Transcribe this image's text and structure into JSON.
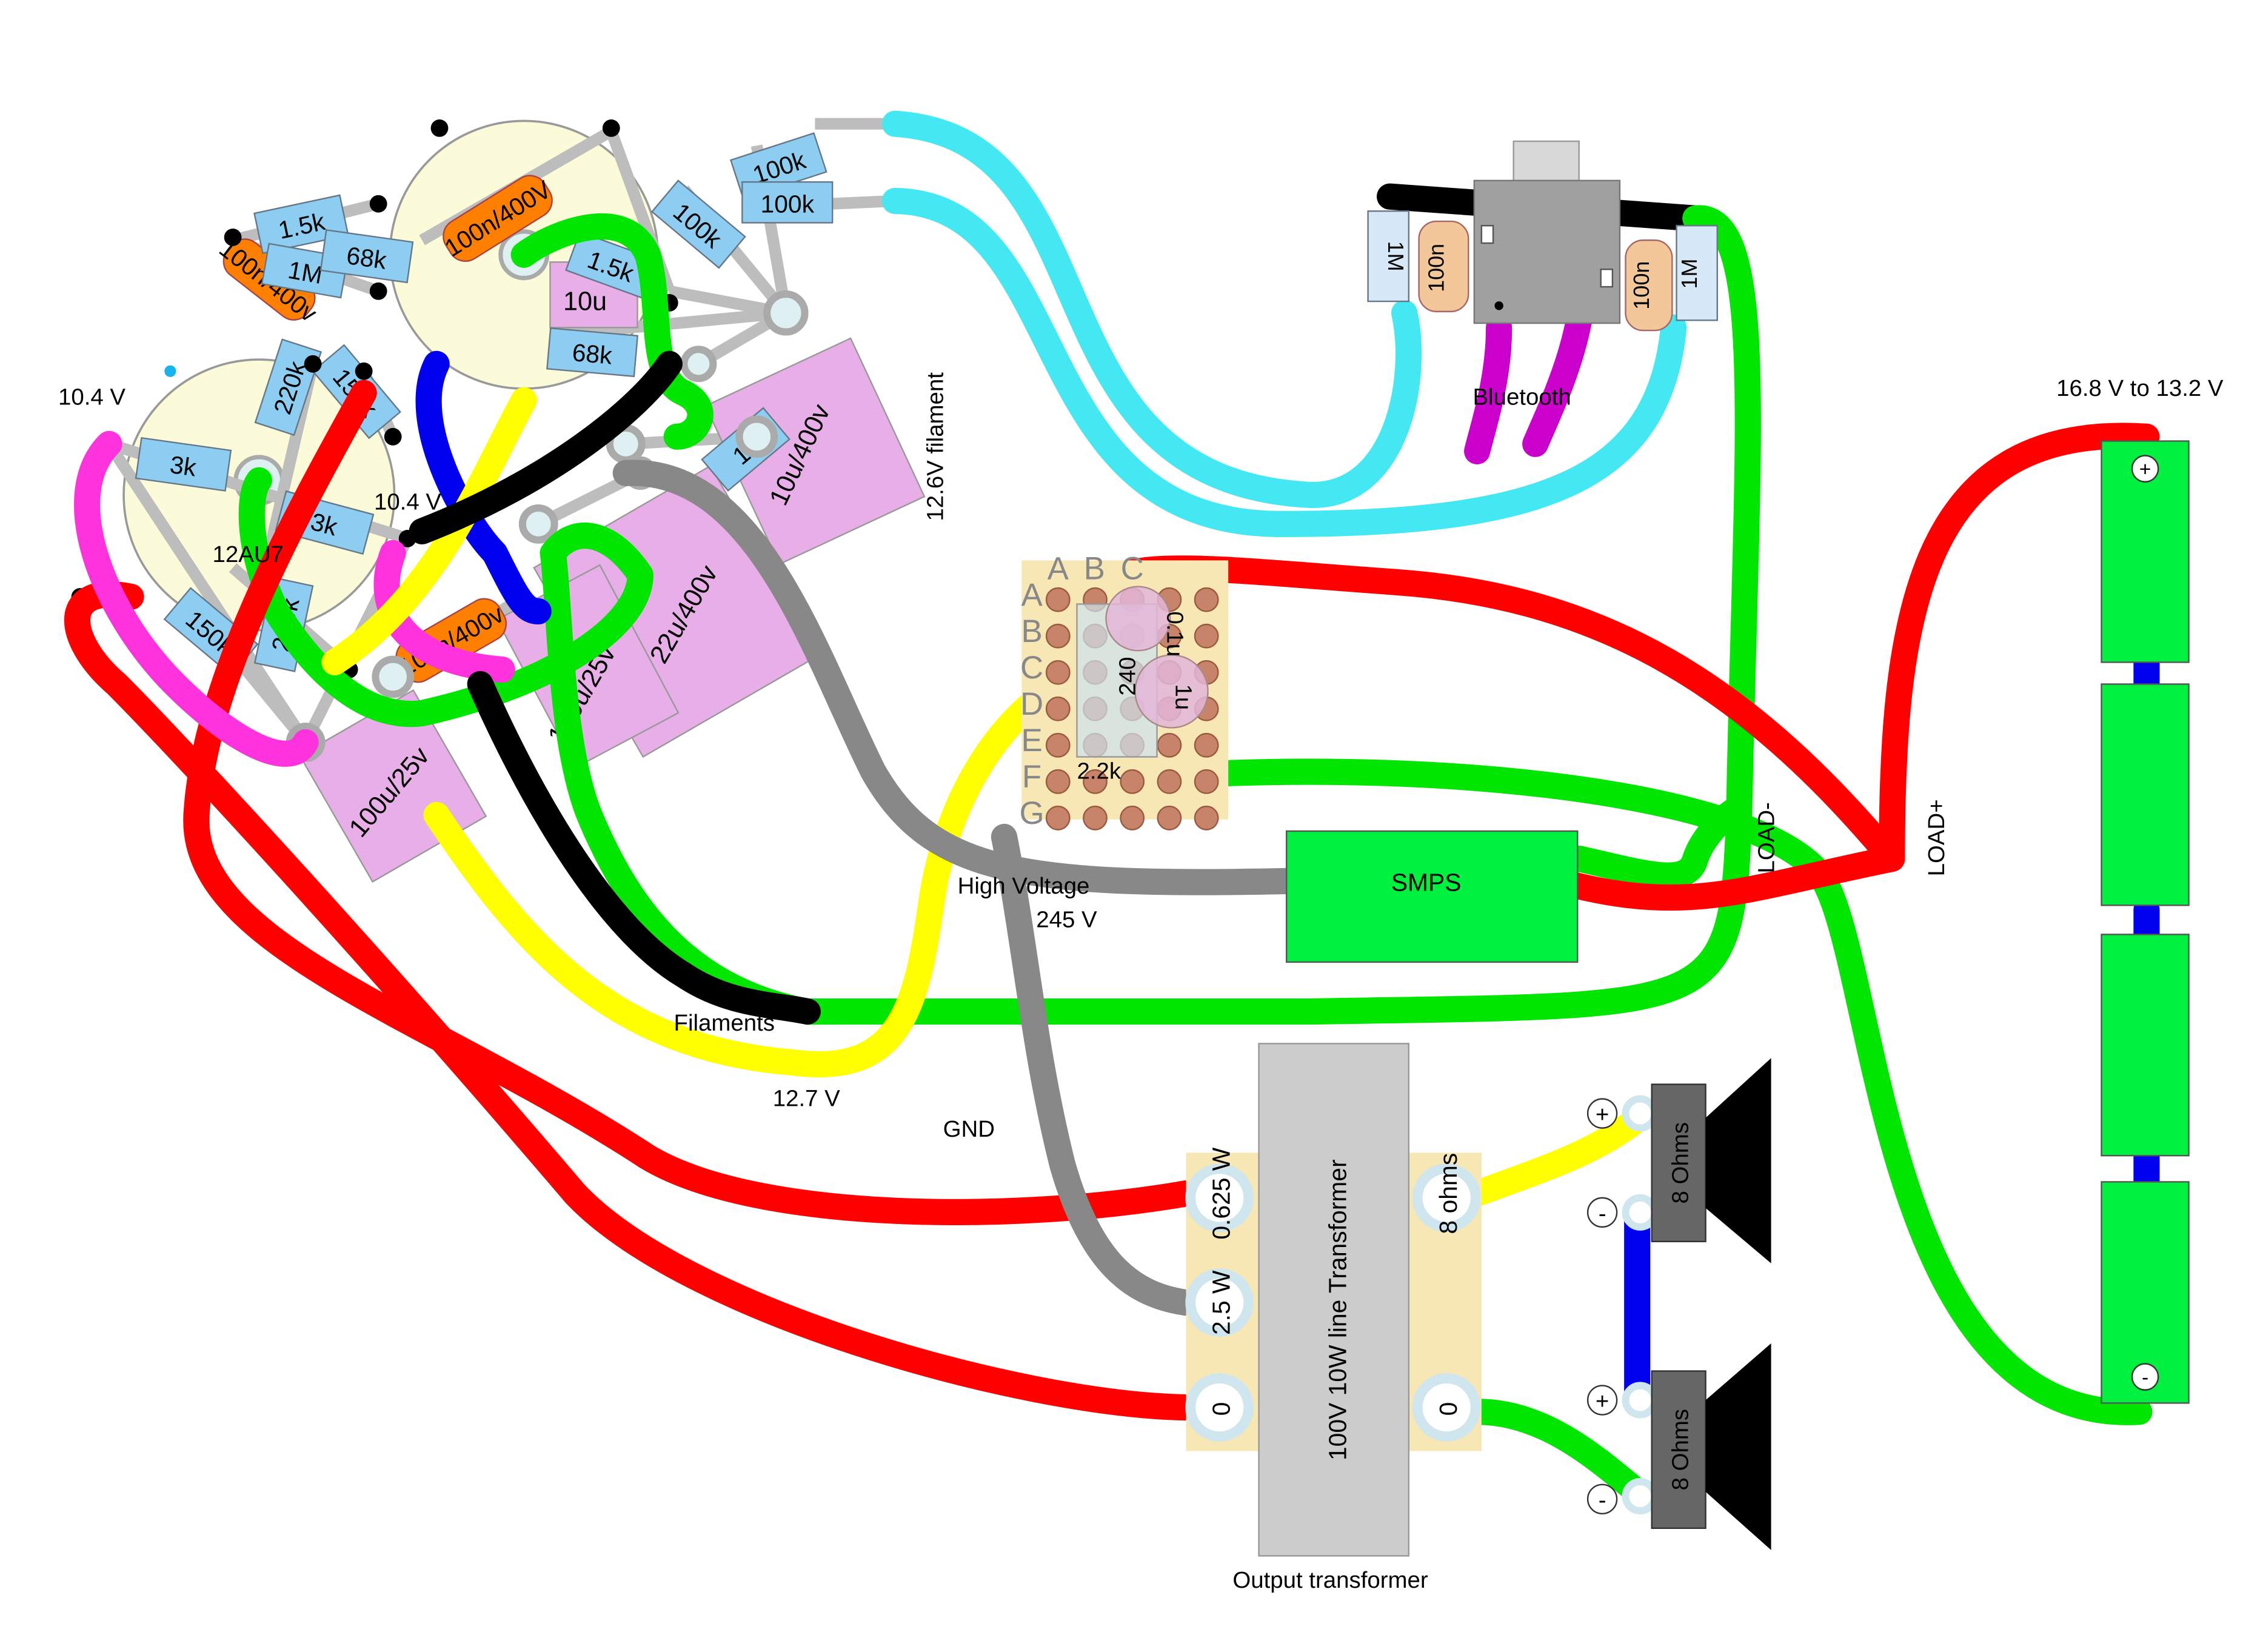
{
  "labels": {
    "v_left": "10.4 V",
    "v_mid": "10.4 V",
    "tube": "12AU7",
    "filament": "12.6V filament",
    "bluetooth": "Bluetooth",
    "battery_range": "16.8 V to 13.2 V",
    "load_minus": "LOAD-",
    "load_plus": "LOAD+",
    "smps": "SMPS",
    "high_voltage": "High Voltage",
    "hv_value": "245 V",
    "filaments": "Filaments",
    "v_127": "12.7 V",
    "gnd": "GND",
    "transformer": "100V 10W line Transformer",
    "output_transformer": "Output transformer",
    "tap_0625": "0.625 W",
    "tap_25": "2.5 W",
    "tap_0a": "0",
    "tap_0b": "0",
    "tap_8ohms": "8 ohms",
    "speaker1": "8 Ohms",
    "speaker2": "8 Ohms",
    "plus": "+",
    "minus": "-"
  },
  "components": {
    "r_15k_a": "1.5k",
    "r_1m_a": "1M",
    "c_100n_a": "100n/400v",
    "r_68k_a": "68k",
    "c_100n_b": "100n/400V",
    "r_15k_b": "1.5k",
    "c_10u_a": "10u",
    "r_68k_b": "68k",
    "r_100k_a": "100k",
    "r_100k_b": "100k",
    "r_100k_c": "100k",
    "r_220k_a": "220k",
    "r_150k_a": "150k",
    "r_3k_a": "3k",
    "r_3k_b": "3k",
    "r_150k_b": "150k",
    "r_220k_b": "220k",
    "c_100u_a": "100u/25v",
    "c_100n_c": "100n/400v",
    "c_100u_b": "100u/25v",
    "c_22u": "22u/400v",
    "r_1k": "1k",
    "c_10u_400": "10u/400v",
    "bt_r1": "1M",
    "bt_c1": "100n",
    "bt_c2": "100n",
    "bt_r2": "1M",
    "pb_cap1": "0.1u",
    "pb_r240": "240",
    "pb_cap2": "1u",
    "pb_r22k": "2.2k"
  },
  "perfboard": {
    "columns": [
      "A",
      "B",
      "C"
    ],
    "rows": [
      "A",
      "B",
      "C",
      "D",
      "E",
      "F",
      "G"
    ]
  },
  "colors": {
    "red": "#ff0000",
    "green": "#00e600",
    "cyan": "#44e8f2",
    "yellow": "#ffff00",
    "black": "#000000",
    "blue": "#0000ee",
    "magenta": "#ff33dd",
    "purple": "#cc00cc",
    "gray": "#888888",
    "resistor": "#8ecdf2",
    "capacitor": "#e8aee8",
    "ceramic": "#ff7f00",
    "board": "#f6e7b4"
  }
}
